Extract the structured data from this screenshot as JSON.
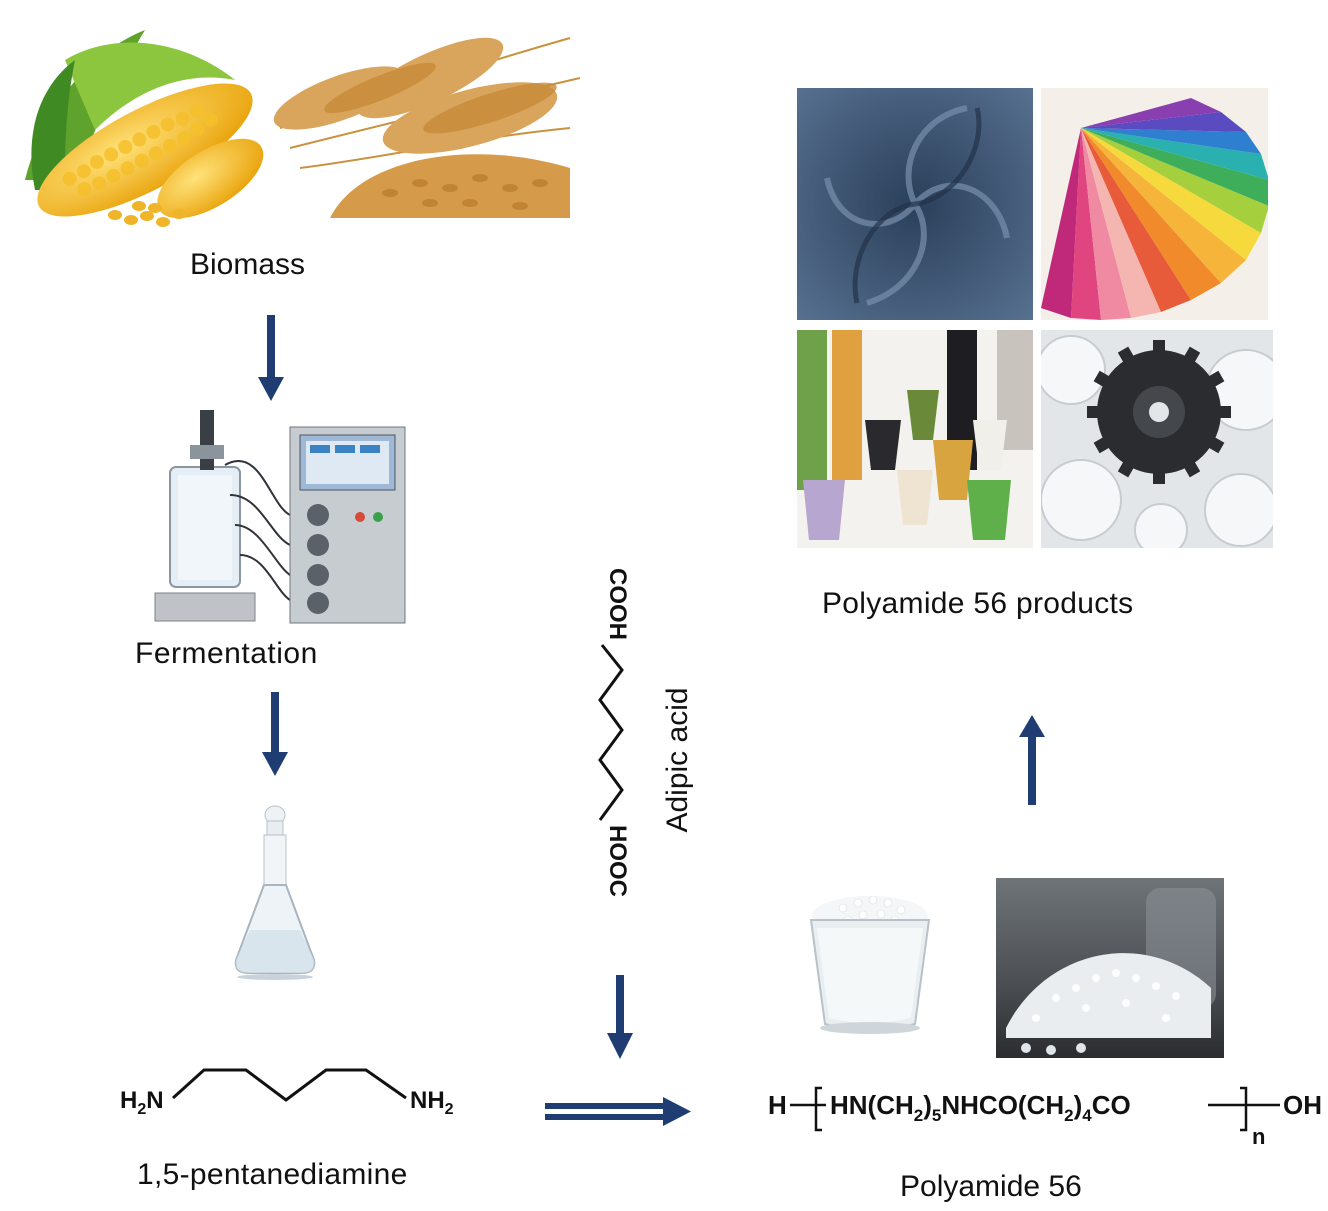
{
  "labels": {
    "biomass": "Biomass",
    "fermentation": "Fermentation",
    "pentanediamine": "1,5-pentanediamine",
    "adipic_acid": "Adipic acid",
    "products": "Polyamide 56 products",
    "polyamide": "Polyamide 56"
  },
  "chem": {
    "h2n": "H",
    "h2n_sub": "2",
    "h2n_n": "N",
    "nh": "NH",
    "nh_sub": "2",
    "cooh": "COOH",
    "hooc": "HOOC",
    "formula_h": "H",
    "formula_main_1": "HN(CH",
    "formula_sub_1": "2",
    "formula_main_2": ")",
    "formula_sub_2": "5",
    "formula_main_3": "NHCO(CH",
    "formula_sub_3": "2",
    "formula_main_4": ")",
    "formula_sub_4": "4",
    "formula_main_5": "CO",
    "formula_oh": "OH",
    "formula_n": "n"
  },
  "colors": {
    "arrow": "#1f3d73",
    "arrow_light": "#4a6fa8"
  },
  "icons": {
    "corn": "corn-cob-image",
    "wheat": "wheat-grain-image",
    "bioreactor": "bioreactor-image",
    "flask": "erlenmeyer-flask-image",
    "fabric": "fabric-swirl-image",
    "swatches": "color-swatches-image",
    "yarn": "yarn-spools-image",
    "gears": "plastic-gears-image",
    "pellet_glass": "pellet-glass-image",
    "pellets": "pellets-pile-image"
  }
}
